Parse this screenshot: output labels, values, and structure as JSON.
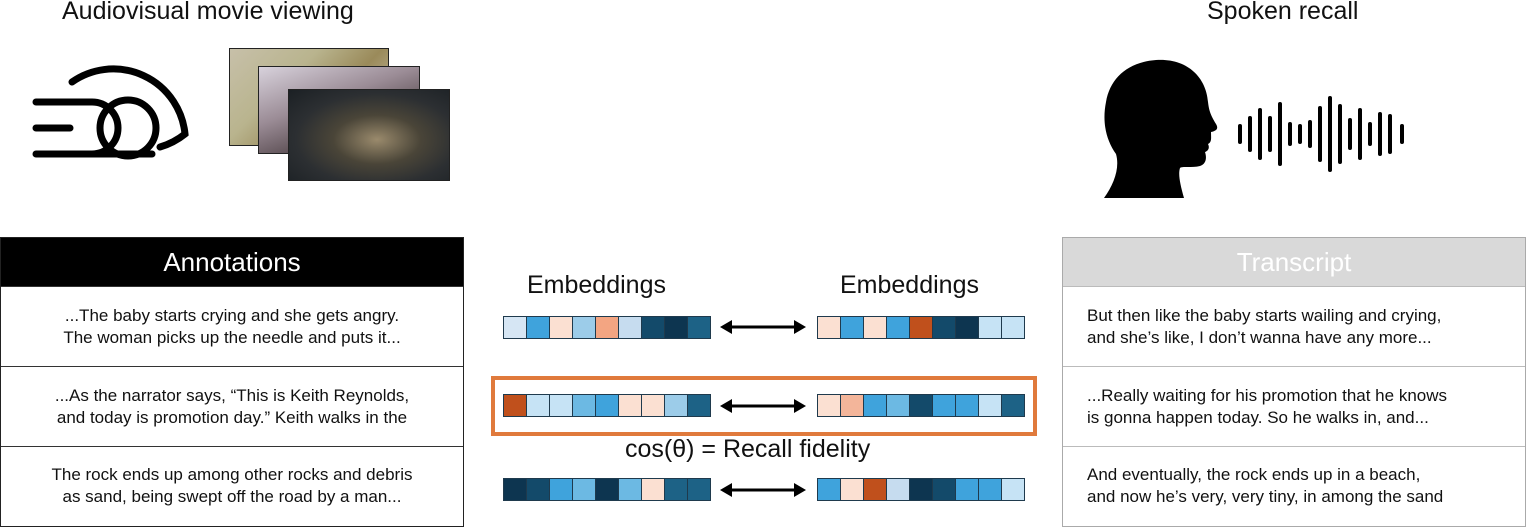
{
  "left_title": "Audiovisual movie viewing",
  "right_title": "Spoken recall",
  "annotations": {
    "header": "Annotations",
    "rows": [
      [
        "...The baby starts crying and she gets angry.",
        "The woman picks up the needle and puts it..."
      ],
      [
        "...As the narrator says, “This is Keith Reynolds,",
        "and today is promotion day.” Keith walks in the"
      ],
      [
        "The rock ends up among other rocks and debris",
        "as sand, being swept off the road by a man..."
      ]
    ]
  },
  "transcript": {
    "header": "Transcript",
    "rows": [
      [
        "But then like the baby starts wailing and crying,",
        "and she’s like, I don’t wanna have any more..."
      ],
      [
        "...Really waiting for his promotion that he knows",
        "is gonna happen today. So he walks in, and..."
      ],
      [
        "And eventually, the rock ends up in a beach,",
        "and now he’s very, very tiny, in among the sand"
      ]
    ]
  },
  "embeddings_left_label": "Embeddings",
  "embeddings_right_label": "Embeddings",
  "formula": "cos(θ) = Recall fidelity",
  "highlight_color": "#e07a3c",
  "vectors": {
    "row1_left": [
      "#d6e6f4",
      "#3fa3dc",
      "#fbe0d2",
      "#9ccce9",
      "#f3a582",
      "#c6dcef",
      "#134a6a",
      "#0d3550",
      "#1d6286"
    ],
    "row1_right": [
      "#fbe0d2",
      "#3fa3dc",
      "#fbe0d2",
      "#3fa3dc",
      "#c0501c",
      "#134a6a",
      "#0d3550",
      "#c6e3f5",
      "#c6e3f5"
    ],
    "row2_left": [
      "#c0501c",
      "#c6e3f5",
      "#c6e3f5",
      "#6cb9e3",
      "#3fa3dc",
      "#fbe0d2",
      "#fbe0d2",
      "#9ccce9",
      "#1d6286"
    ],
    "row2_right": [
      "#fbe0d2",
      "#f3b59a",
      "#3fa3dc",
      "#6cb9e3",
      "#134a6a",
      "#3fa3dc",
      "#3fa3dc",
      "#c6e3f5",
      "#1d6286"
    ],
    "row3_left": [
      "#0d3550",
      "#134a6a",
      "#3fa3dc",
      "#6cb9e3",
      "#0d3550",
      "#6cb9e3",
      "#fbe0d2",
      "#1d6286",
      "#1d6286"
    ],
    "row3_right": [
      "#3fa3dc",
      "#fbe0d2",
      "#c0501c",
      "#c6dcef",
      "#0d3550",
      "#134a6a",
      "#3fa3dc",
      "#3fa3dc",
      "#c6e3f5"
    ]
  },
  "icons": [
    "cinema-viewer-icon",
    "movie-frames-image",
    "speaking-head-icon",
    "sound-wave-icon",
    "double-arrow-icon"
  ]
}
